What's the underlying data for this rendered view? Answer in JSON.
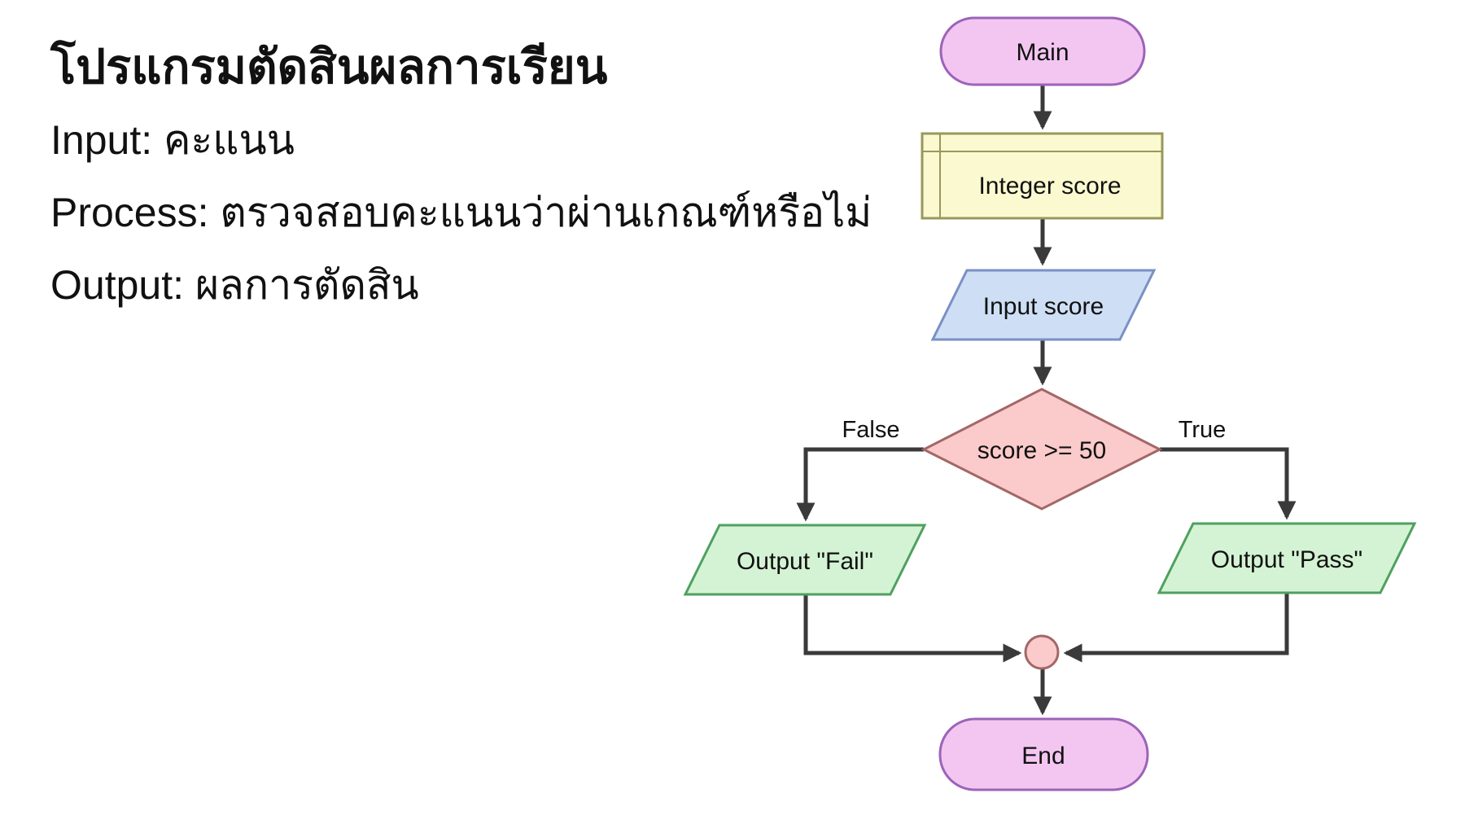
{
  "description": {
    "title": "โปรแกรมตัดสินผลการเรียน",
    "lines": [
      "Input: คะแนน",
      "Process: ตรวจสอบคะแนนว่าผ่านเกณฑ์หรือไม่",
      "Output: ผลการตัดสิน"
    ]
  },
  "flowchart": {
    "nodes": {
      "start": {
        "type": "terminator",
        "label": "Main"
      },
      "declare": {
        "type": "declaration",
        "label": "Integer score"
      },
      "input": {
        "type": "input",
        "label": "Input score"
      },
      "decision": {
        "type": "decision",
        "label": "score >= 50",
        "false_label": "False",
        "true_label": "True"
      },
      "output_fail": {
        "type": "output",
        "label": "Output \"Fail\""
      },
      "output_pass": {
        "type": "output",
        "label": "Output \"Pass\""
      },
      "merge": {
        "type": "connector",
        "label": ""
      },
      "end": {
        "type": "terminator",
        "label": "End"
      }
    },
    "edges": [
      {
        "from": "Main",
        "to": "Integer score"
      },
      {
        "from": "Integer score",
        "to": "Input score"
      },
      {
        "from": "Input score",
        "to": "score >= 50"
      },
      {
        "from": "score >= 50",
        "branch": "False",
        "to": "Output \"Fail\""
      },
      {
        "from": "score >= 50",
        "branch": "True",
        "to": "Output \"Pass\""
      },
      {
        "from": "Output \"Fail\"",
        "to": "merge"
      },
      {
        "from": "Output \"Pass\"",
        "to": "merge"
      },
      {
        "from": "merge",
        "to": "End"
      }
    ],
    "colors": {
      "terminator_fill": "#f3c6f1",
      "terminator_border": "#9c63b8",
      "declare_fill": "#fbf9d0",
      "declare_border": "#98985c",
      "input_fill": "#cedff5",
      "input_border": "#7b90c4",
      "decision_fill": "#fbcaca",
      "decision_border": "#a36767",
      "output_fill": "#d4f3d4",
      "output_border": "#4fa05f",
      "connector_fill": "#fbcaca",
      "connector_border": "#a36767",
      "arrow": "#3a3a3a",
      "text": "#111111"
    }
  }
}
